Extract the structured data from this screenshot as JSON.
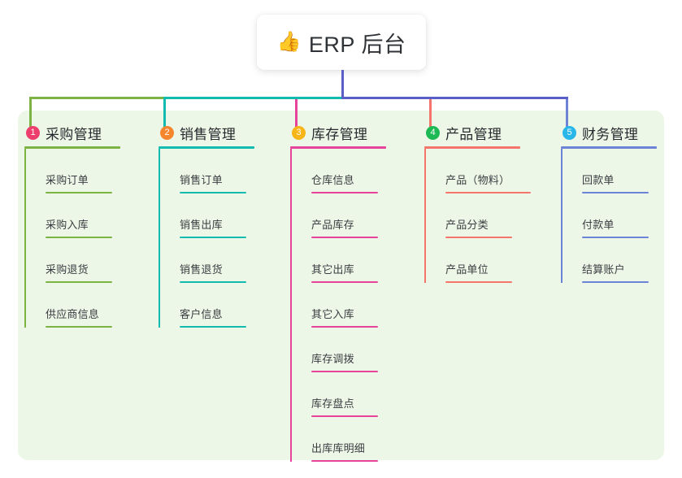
{
  "diagram": {
    "type": "mind-map",
    "background": "#ffffff",
    "panel_color": "#edf7e7",
    "root": {
      "icon": "thumbs-up-icon",
      "icon_glyph": "👍",
      "title": "ERP 后台",
      "card_background": "#ffffff"
    },
    "trunk_color": "#5a5fc7",
    "branches": [
      {
        "number": "1",
        "title": "采购管理",
        "badge_color": "#ed3f6e",
        "line_color": "#7cb342",
        "items": [
          {
            "label": "采购订单"
          },
          {
            "label": "采购入库"
          },
          {
            "label": "采购退货"
          },
          {
            "label": "供应商信息"
          }
        ]
      },
      {
        "number": "2",
        "title": "销售管理",
        "badge_color": "#f5862e",
        "line_color": "#12bbb0",
        "items": [
          {
            "label": "销售订单"
          },
          {
            "label": "销售出库"
          },
          {
            "label": "销售退货"
          },
          {
            "label": "客户信息"
          }
        ]
      },
      {
        "number": "3",
        "title": "库存管理",
        "badge_color": "#f7b516",
        "line_color": "#e8439b",
        "items": [
          {
            "label": "仓库信息"
          },
          {
            "label": "产品库存"
          },
          {
            "label": "其它出库"
          },
          {
            "label": "其它入库"
          },
          {
            "label": "库存调拨"
          },
          {
            "label": "库存盘点"
          },
          {
            "label": "出库库明细"
          }
        ]
      },
      {
        "number": "4",
        "title": "产品管理",
        "badge_color": "#1db954",
        "line_color": "#f4756b",
        "items": [
          {
            "label": "产品（物料）",
            "wide": true
          },
          {
            "label": "产品分类"
          },
          {
            "label": "产品单位"
          }
        ]
      },
      {
        "number": "5",
        "title": "财务管理",
        "badge_color": "#29b6e8",
        "line_color": "#6c83d6",
        "items": [
          {
            "label": "回款单"
          },
          {
            "label": "付款单"
          },
          {
            "label": "结算账户"
          }
        ]
      }
    ]
  }
}
